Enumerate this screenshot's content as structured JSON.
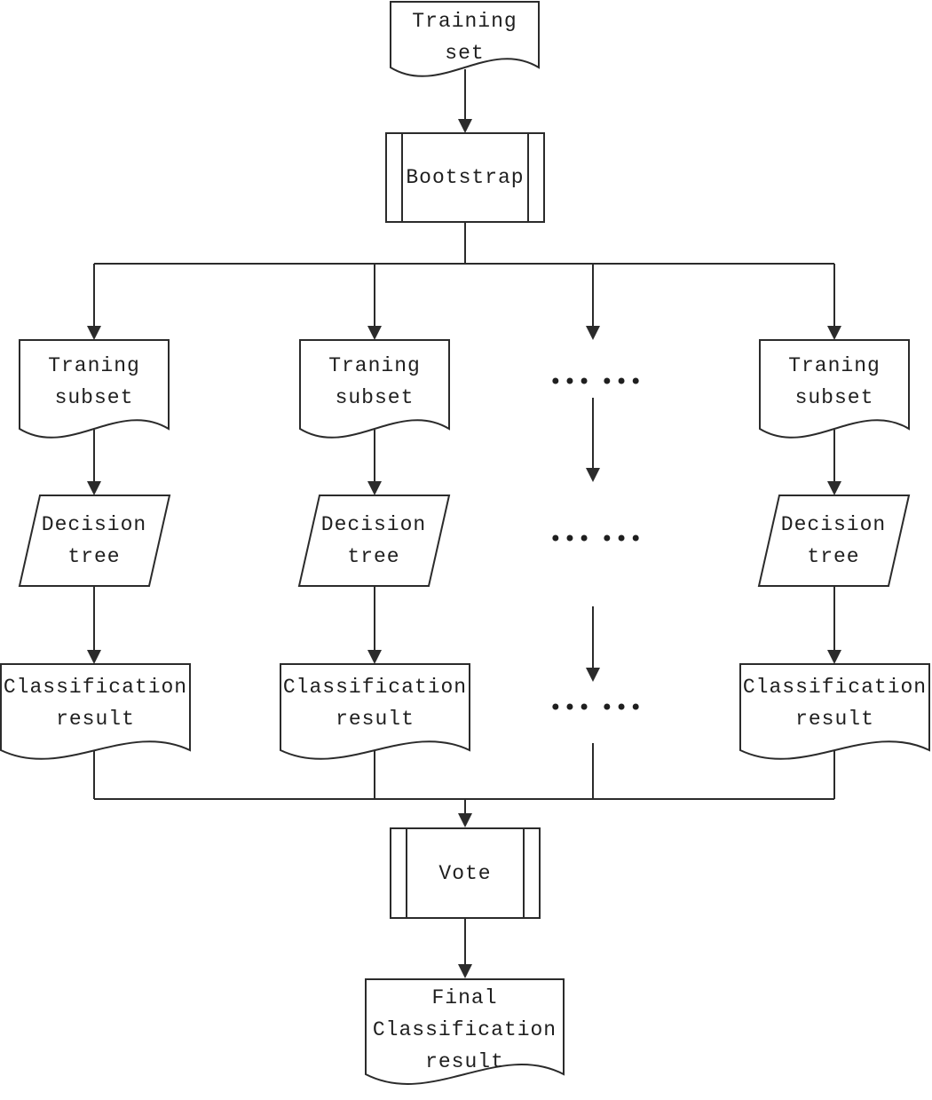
{
  "colors": {
    "background": "#ffffff",
    "stroke": "#2b2b2b",
    "text": "#1f1f1f"
  },
  "nodes": {
    "training_set": {
      "shape": "document",
      "label": "Training set"
    },
    "bootstrap": {
      "shape": "predefined-process",
      "label": "Bootstrap"
    },
    "vote": {
      "shape": "predefined-process",
      "label": "Vote"
    },
    "final_result": {
      "shape": "document",
      "label": "Final Classification result"
    }
  },
  "branches": [
    {
      "subset": {
        "shape": "document",
        "label": "Traning subset"
      },
      "tree": {
        "shape": "parallelogram",
        "label": "Decision tree"
      },
      "result": {
        "shape": "document",
        "label": "Classification result"
      }
    },
    {
      "subset": {
        "shape": "document",
        "label": "Traning subset"
      },
      "tree": {
        "shape": "parallelogram",
        "label": "Decision tree"
      },
      "result": {
        "shape": "document",
        "label": "Classification result"
      }
    },
    {
      "subset": {
        "shape": "document",
        "label": "Traning subset"
      },
      "tree": {
        "shape": "parallelogram",
        "label": "Decision tree"
      },
      "result": {
        "shape": "document",
        "label": "Classification result"
      }
    }
  ],
  "ellipsis": {
    "label": "••• •••"
  }
}
